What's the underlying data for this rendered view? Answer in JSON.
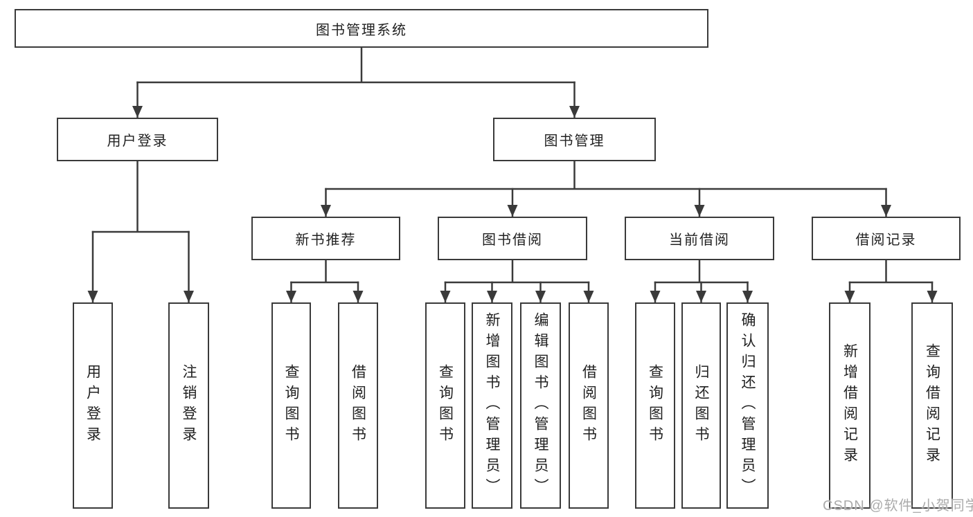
{
  "diagram": {
    "root": {
      "label": "图书管理系统"
    },
    "level2": [
      {
        "label": "用户登录"
      },
      {
        "label": "图书管理"
      }
    ],
    "level3": [
      {
        "label": "新书推荐"
      },
      {
        "label": "图书借阅"
      },
      {
        "label": "当前借阅"
      },
      {
        "label": "借阅记录"
      }
    ],
    "leaves": [
      {
        "label": "用户登录"
      },
      {
        "label": "注销登录"
      },
      {
        "label": "查询图书"
      },
      {
        "label": "借阅图书"
      },
      {
        "label": "查询图书"
      },
      {
        "label": "新增图书（管理员）"
      },
      {
        "label": "编辑图书（管理员）"
      },
      {
        "label": "借阅图书"
      },
      {
        "label": "查询图书"
      },
      {
        "label": "归还图书"
      },
      {
        "label": "确认归还（管理员）"
      },
      {
        "label": "新增借阅记录"
      },
      {
        "label": "查询借阅记录"
      }
    ]
  },
  "watermark": {
    "text": "CSDN @软件_小贺同学"
  },
  "colors": {
    "line": "#3a3a3a",
    "text": "#212121",
    "watermark": "#ababab"
  }
}
